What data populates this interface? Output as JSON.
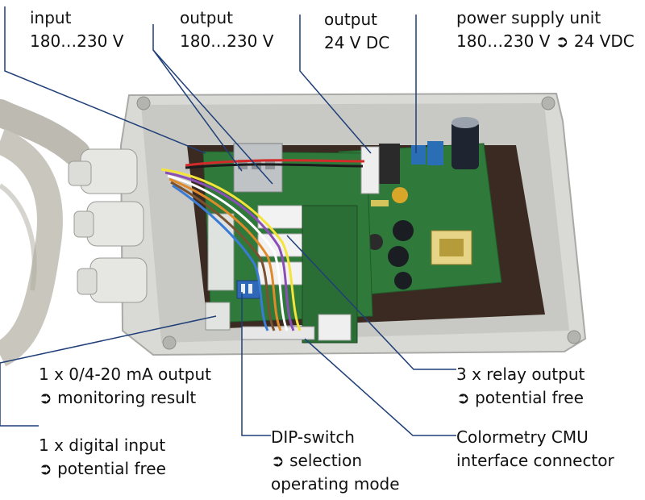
{
  "labels": {
    "input": {
      "line1": "input",
      "line2": "180…230 V"
    },
    "output_ac": {
      "line1": "output",
      "line2": "180…230 V"
    },
    "output_dc": {
      "line1": "output",
      "line2": "24 V DC"
    },
    "psu": {
      "line1": "power supply unit",
      "line2": "180…230 V ➲ 24 VDC"
    },
    "analog_output": {
      "line1": "1 x 0/4-20 mA output",
      "line2": "➲ monitoring result"
    },
    "digital_input": {
      "line1": "1 x digital input",
      "line2": "➲ potential free"
    },
    "dip_switch": {
      "line1": "DIP-switch",
      "line2": "➲ selection",
      "line3": "operating mode"
    },
    "cmu_connector": {
      "line1": "Colormetry CMU",
      "line2": "interface connector"
    },
    "relay_output": {
      "line1": "3 x relay output",
      "line2": "➲ potential free"
    }
  },
  "colors": {
    "enclosure": "#d9dad6",
    "pcb": "#2f7a3a",
    "backplate": "#3a2a22",
    "cable": "#c9c6bd",
    "leader_line": "#1f3f78"
  }
}
